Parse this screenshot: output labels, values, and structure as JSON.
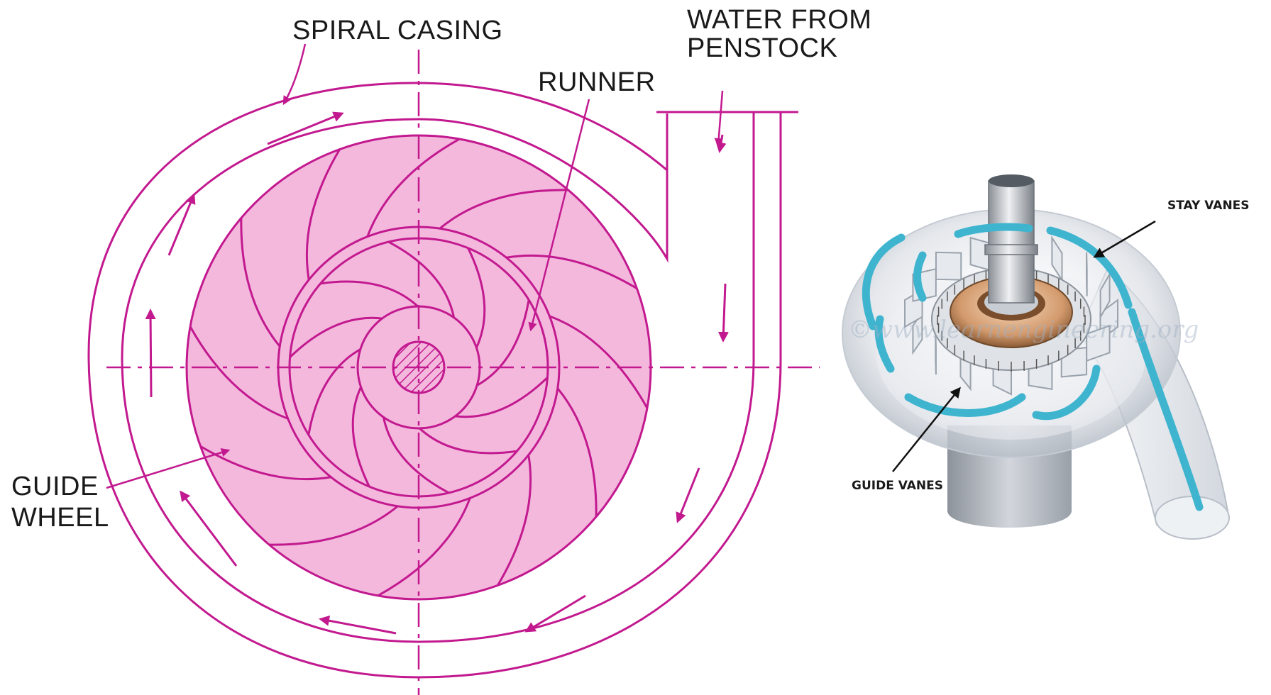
{
  "colors": {
    "magenta": "#c2198f",
    "guide_wheel_fill": "#f4b8dd",
    "flow_arrow_cyan": "#3fb4cf",
    "label_text": "#1a1a1a"
  },
  "labels": {
    "spiral_casing": "SPIRAL CASING",
    "water_from_1": "WATER FROM",
    "water_from_2": "PENSTOCK",
    "runner": "RUNNER",
    "guide_1": "GUIDE",
    "guide_2": "WHEEL",
    "stay_vanes": "STAY VANES",
    "guide_vanes": "GUIDE VANES",
    "watermark": "©www.learnengineering.org"
  },
  "icons": {
    "flow_arrow": "flow-arrow-icon",
    "shaft": "shaft-icon"
  }
}
